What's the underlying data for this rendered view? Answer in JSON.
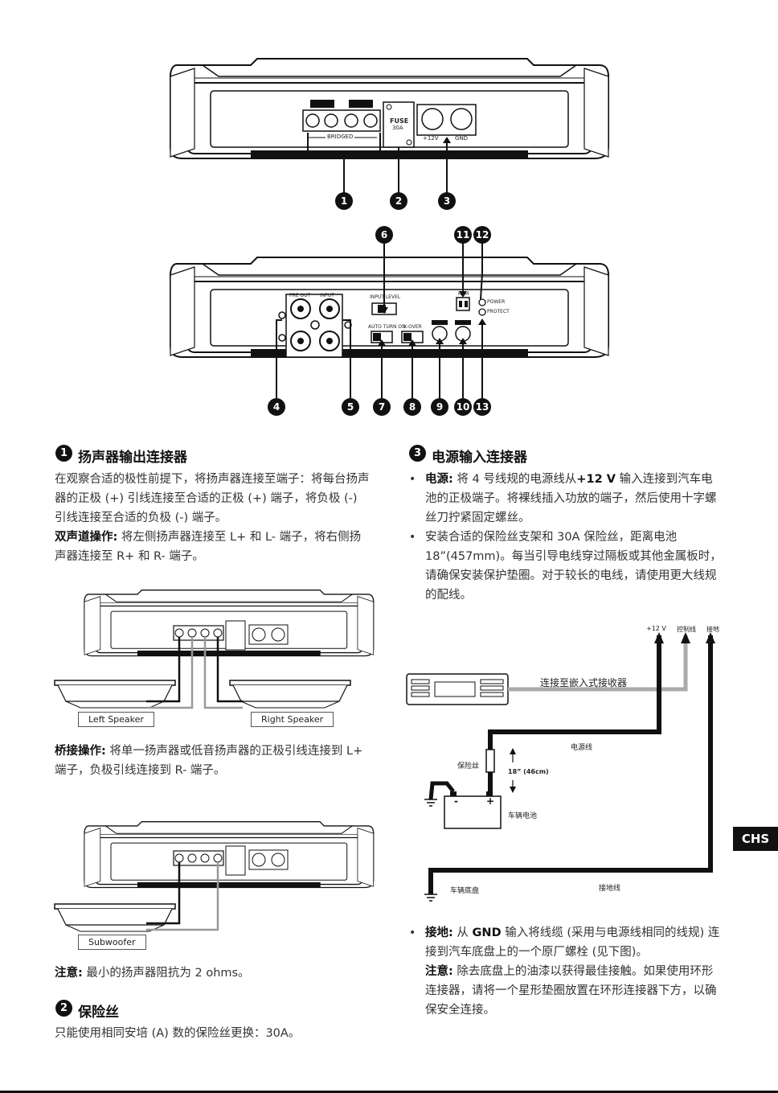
{
  "callouts": [
    "1",
    "2",
    "3",
    "4",
    "5",
    "6",
    "7",
    "8",
    "9",
    "10",
    "11",
    "12",
    "13"
  ],
  "panel": {
    "fuse": "FUSE",
    "fuse_amp": "30A",
    "bridged": "BRIDGED",
    "plus12v": "+12V",
    "gnd": "GND",
    "pre_out": "PRE OUT",
    "input": "INPUT",
    "input_level": "INPUT LEVEL",
    "auto_turn_on": "AUTO TURN ON",
    "xover": "X-OVER",
    "power": "POWER",
    "protect": "PROTECT",
    "rem": "REM"
  },
  "section1": {
    "num": "1",
    "title": "扬声器输出连接器",
    "p1": "在观察合适的极性前提下，将扬声器连接至端子：将每台扬声器的正极 (+) 引线连接至合适的正极 (+) 端子，将负极 (-) 引线连接至合适的负极 (-) 端子。",
    "p2_bold": "双声道操作:",
    "p2": " 将左侧扬声器连接至 L+ 和 L- 端子，将右侧扬声器连接至 R+ 和 R- 端子。",
    "left_speaker": "Left Speaker",
    "right_speaker": "Right Speaker",
    "p3_bold": "桥接操作:",
    "p3": " 将单一扬声器或低音扬声器的正极引线连接到 L+ 端子，负极引线连接到 R- 端子。",
    "subwoofer": "Subwoofer",
    "note_bold": "注意:",
    "note": " 最小的扬声器阻抗为 2 ohms。"
  },
  "section2": {
    "num": "2",
    "title": "保险丝",
    "p1": "只能使用相同安培 (A) 数的保险丝更换：30A。"
  },
  "section3": {
    "num": "3",
    "title": "电源输入连接器",
    "b1_bold": "电源:",
    "b1_a": " 将 4 号线规的电源线从",
    "b1_bold2": "+12 V",
    "b1_b": " 输入连接到汽车电池的正极端子。将裸线插入功放的端子，然后使用十字螺丝刀拧紧固定螺丝。",
    "b2": "安装合适的保险丝支架和 30A 保险丝，距离电池 18”(457mm)。每当引导电线穿过隔板或其他金属板时，请确保安装保护垫圈。对于较长的电线，请使用更大线规的配线。",
    "b3_bold": "接地:",
    "b3_a": " 从 ",
    "b3_bold2": "GND",
    "b3_b": " 输入将线缆 (采用与电源线相同的线规) 连接到汽车底盘上的一个原厂螺栓 (见下图)。",
    "b3_note_bold": "注意:",
    "b3_note": " 除去底盘上的油漆以获得最佳接触。如果使用环形连接器，请将一个星形垫圈放置在环形连接器下方，以确保安全连接。"
  },
  "wiring": {
    "plus12v": "+12 V",
    "control": "控制线",
    "ground": "接地",
    "to_receiver": "连接至嵌入式接收器",
    "power_wire": "电源线",
    "fuse": "保险丝",
    "distance": "18” (46cm)",
    "battery": "车辆电池",
    "chassis": "车辆底盘",
    "ground_wire": "接地线"
  },
  "lang_tab": "CHS"
}
